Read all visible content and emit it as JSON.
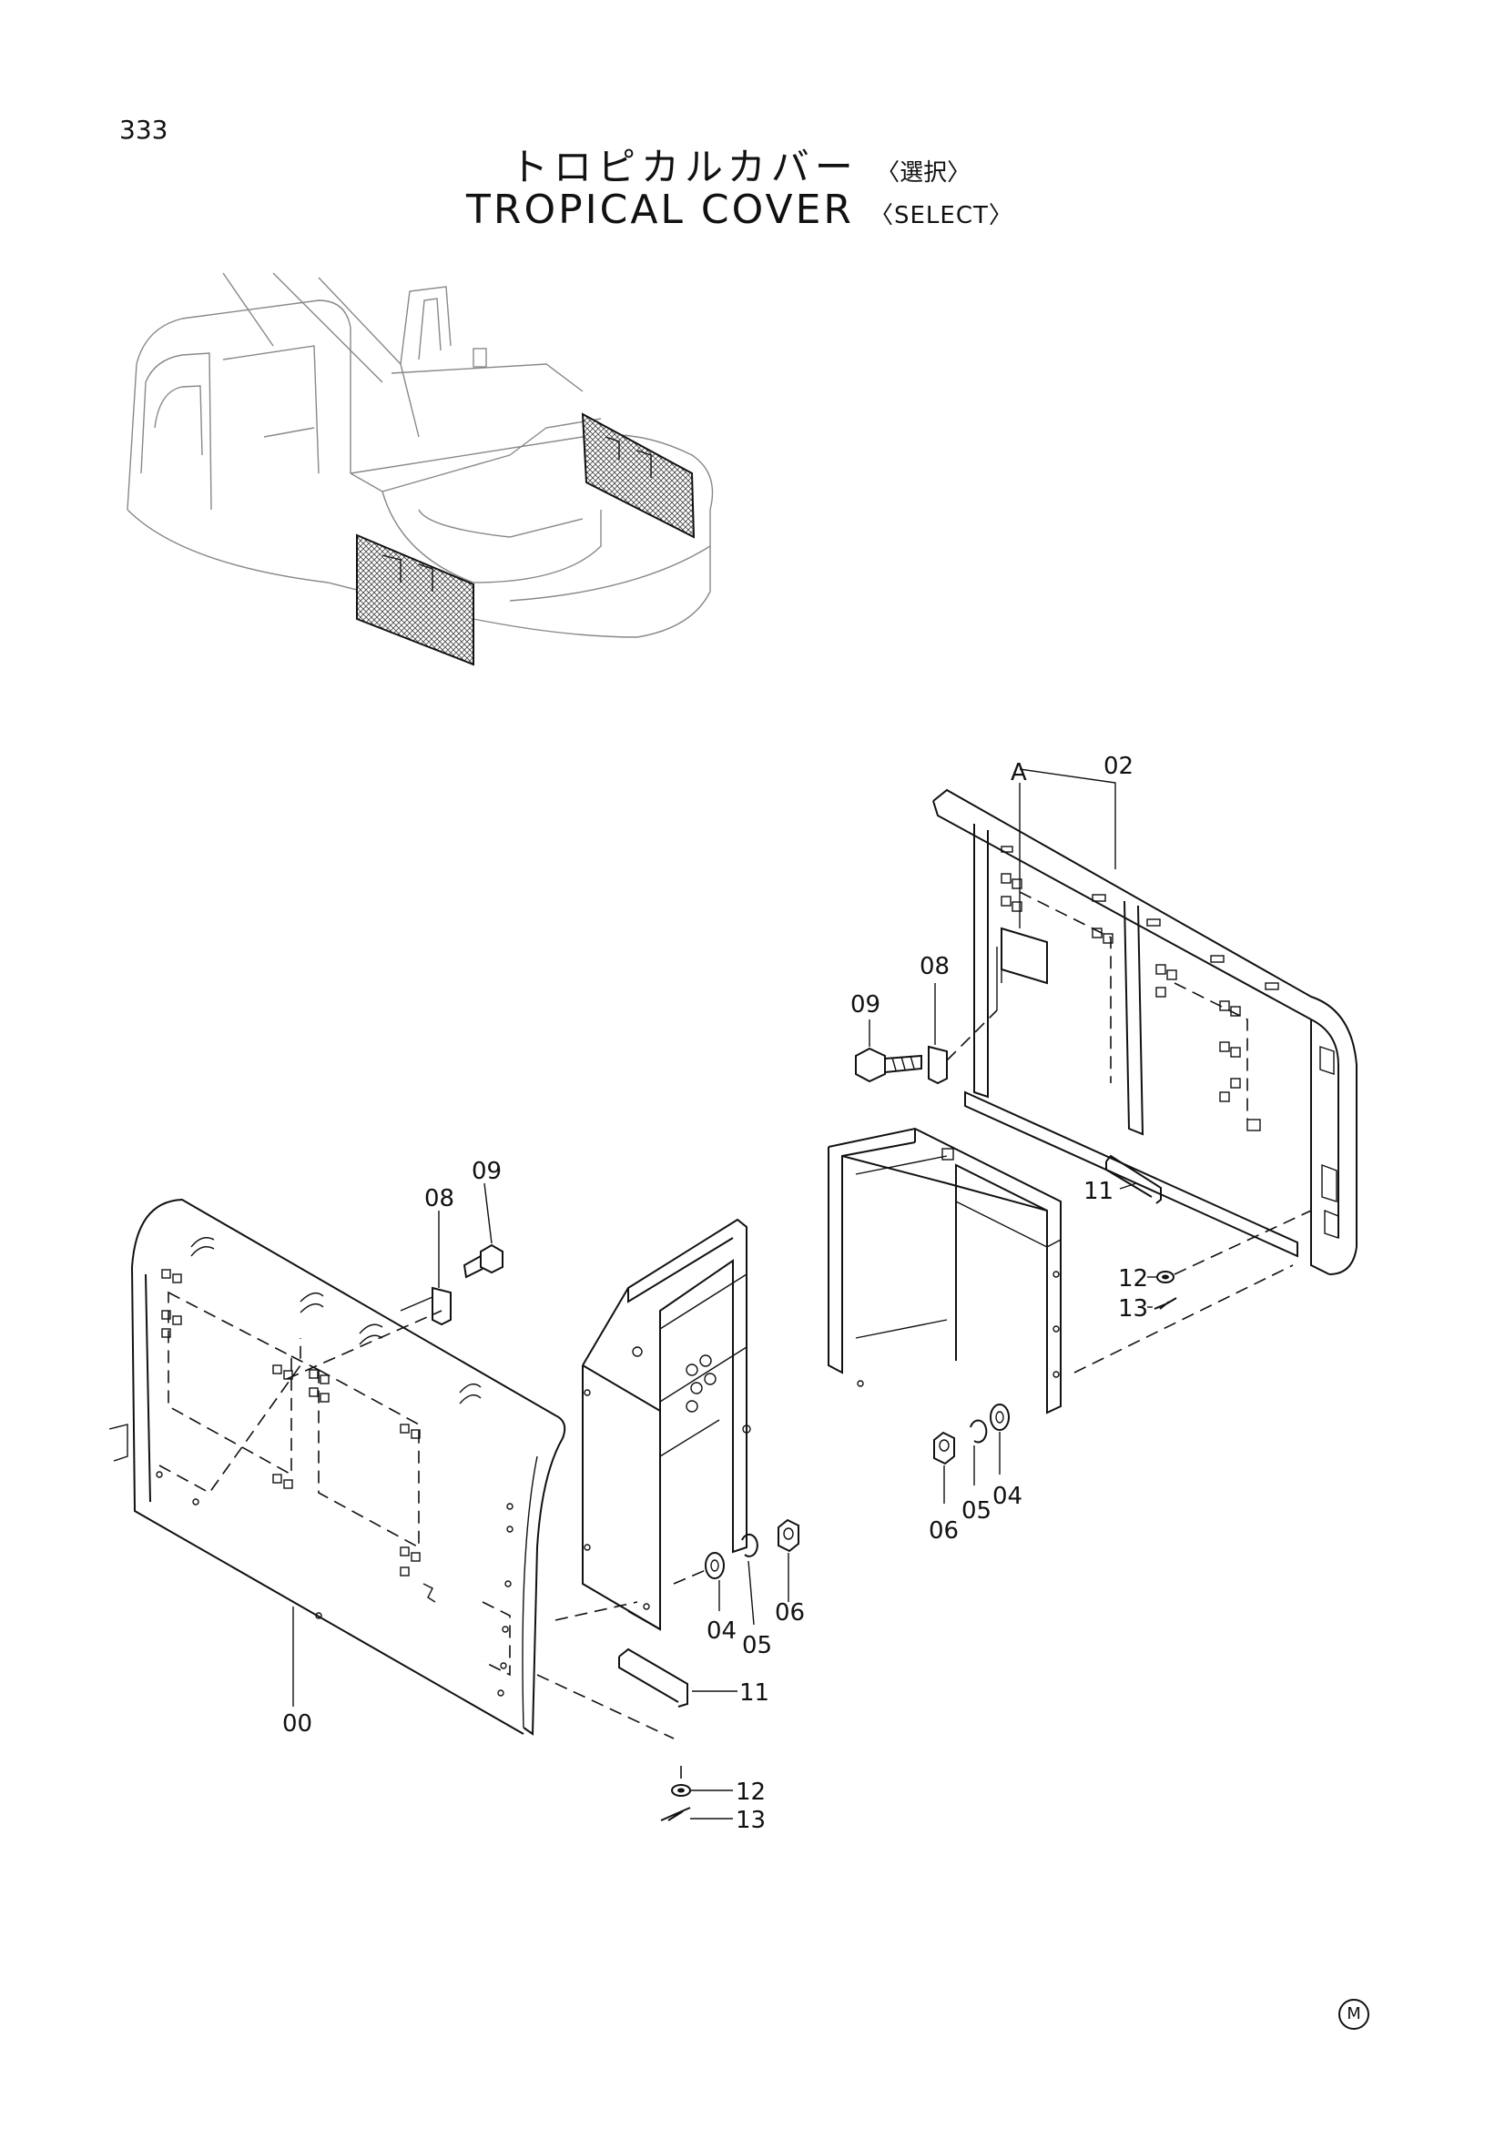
{
  "page_number": "333",
  "title": {
    "jp": "トロピカルカバー",
    "jp_sub": "〈選択〉",
    "en": "TROPICAL COVER",
    "en_sub": "〈SELECT〉"
  },
  "callouts": {
    "A": "A",
    "p02": "02",
    "p08a": "08",
    "p09a": "09",
    "p11a": "11",
    "p12a": "12",
    "p13a": "13",
    "p04a": "04",
    "p05a": "05",
    "p06a": "06",
    "p08b": "08",
    "p09b": "09",
    "p04b": "04",
    "p05b": "05",
    "p06b": "06",
    "p11b": "11",
    "p00": "00",
    "p12b": "12",
    "p13b": "13"
  },
  "footer_mark": "M"
}
